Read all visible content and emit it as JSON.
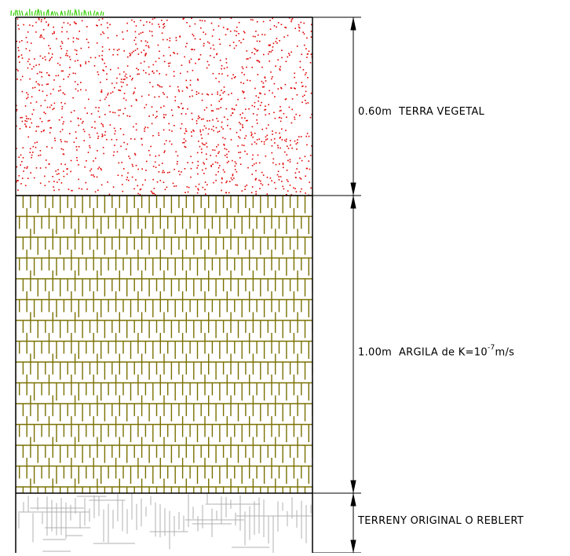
{
  "layers": [
    {
      "id": "top",
      "thickness": "0.60m",
      "name": "TERRA VEGETAL",
      "pattern": "red-dots",
      "color": "#e00000"
    },
    {
      "id": "middle",
      "thickness": "1.00m",
      "name": "ARGILA de K=10",
      "exponent": "-7",
      "unit": "m/s",
      "pattern": "clay-bricks",
      "color": "#7a7000"
    },
    {
      "id": "bottom",
      "name": "TERRENY ORIGINAL O REBLERT",
      "pattern": "grey-crosshatch",
      "color": "#b0b0b0"
    }
  ],
  "grass_color": "#33cc00",
  "outline_color": "#000000"
}
